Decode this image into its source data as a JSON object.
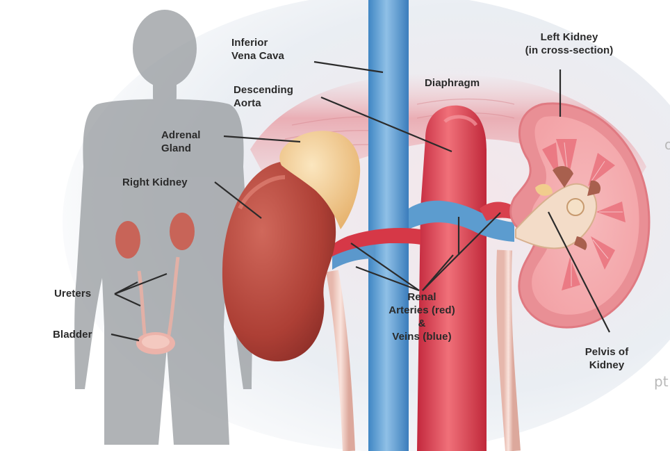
{
  "labels": {
    "inferior_vena_cava": [
      "Inferior",
      "Vena Cava"
    ],
    "descending_aorta": [
      "Descending",
      "Aorta"
    ],
    "diaphragm": "Diaphragm",
    "left_kidney": [
      "Left Kidney",
      "(in cross-section)"
    ],
    "adrenal_gland": [
      "Adrenal",
      "Gland"
    ],
    "right_kidney": "Right Kidney",
    "ureters": "Ureters",
    "bladder": "Bladder",
    "renal_vessels": [
      "Renal",
      "Arteries (red)",
      "&",
      "Veins (blue)"
    ],
    "pelvis_of_kidney": [
      "Pelvis of",
      "Kidney"
    ]
  },
  "edge_fragments": {
    "upper": "o",
    "lower": "pt"
  },
  "colors": {
    "silhouette": "#9a9ea2",
    "vena_cava": "#6fa8d4",
    "aorta": "#e04a5a",
    "kidney": "#b9473c",
    "adrenal": "#f1c98a",
    "cross_section": "#f4a7aa",
    "leader_line": "#2b2b2b"
  }
}
